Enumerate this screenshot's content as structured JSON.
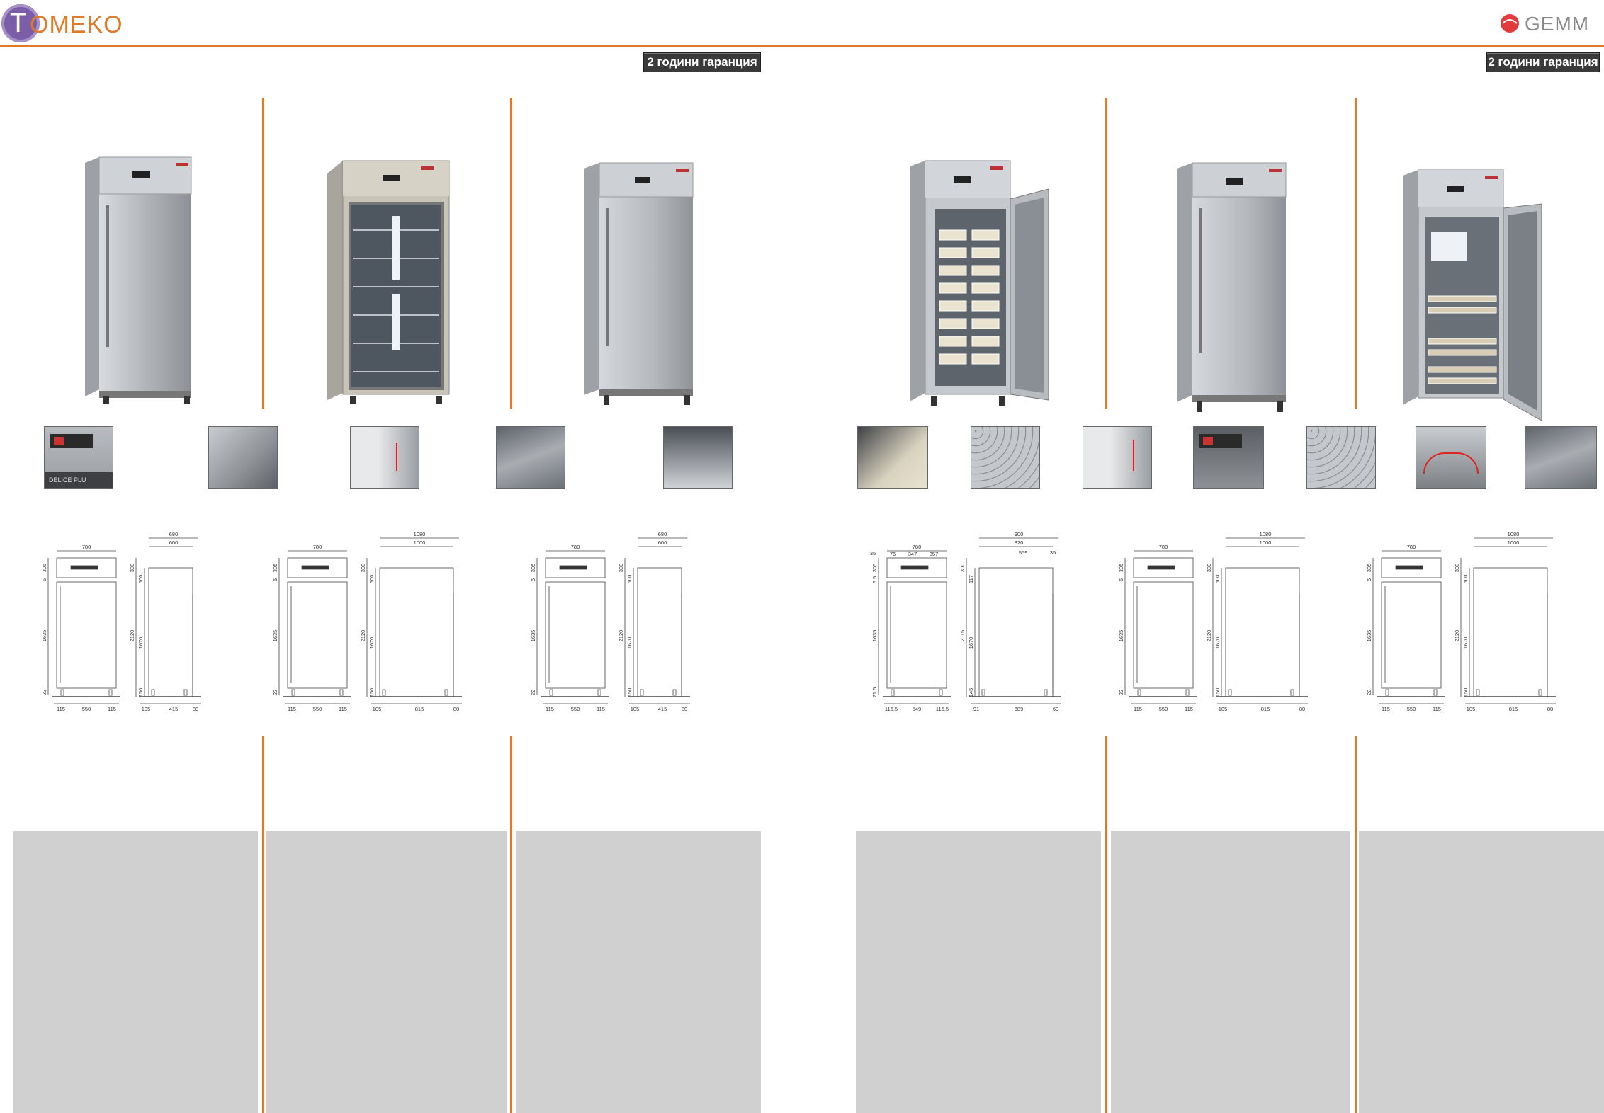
{
  "brand_left": {
    "logo_letter": "T",
    "logo_text": "OMEKO",
    "accent": "#e07a2a",
    "circle_color": "#7b5ea7"
  },
  "brand_right": {
    "logo_text": "GEMM",
    "accent": "#e23b3b"
  },
  "badges": [
    "2 години гаранция",
    "2 години гаранция"
  ],
  "thumb_labels": {
    "delice": "DELICE PLU"
  },
  "drawings": [
    {
      "front": {
        "w": "780",
        "top": "305",
        "h": "1635",
        "foot": "22",
        "gap": "6",
        "b1": "115",
        "b2": "550",
        "b3": "115"
      },
      "side": {
        "d1": "680",
        "d2": "600",
        "top": "300",
        "open": "500",
        "h": "2120",
        "inner": "1670",
        "foot": "150",
        "b1": "105",
        "b2": "415",
        "b3": "80"
      }
    },
    {
      "front": {
        "w": "780",
        "top": "305",
        "h": "1635",
        "foot": "22",
        "gap": "6",
        "b1": "115",
        "b2": "550",
        "b3": "115"
      },
      "side": {
        "d1": "1080",
        "d2": "1000",
        "top": "300",
        "open": "500",
        "h": "2120",
        "inner": "1670",
        "foot": "150",
        "b1": "105",
        "b2": "815",
        "b3": "80"
      }
    },
    {
      "front": {
        "w": "780",
        "top": "305",
        "h": "1635",
        "foot": "22",
        "gap": "6",
        "b1": "115",
        "b2": "550",
        "b3": "115"
      },
      "side": {
        "d1": "680",
        "d2": "600",
        "top": "300",
        "open": "500",
        "h": "2120",
        "inner": "1670",
        "foot": "150",
        "b1": "105",
        "b2": "415",
        "b3": "80"
      }
    },
    {
      "front": {
        "w": "780",
        "top": "305",
        "h": "1635",
        "foot": "21.5",
        "gap": "6.5",
        "b1": "115.5",
        "b2": "549",
        "b3": "115.5",
        "t1": "76",
        "t2": "347",
        "t3": "357",
        "t0": "35"
      },
      "side": {
        "d1": "900",
        "d2": "820",
        "top": "300",
        "open": "117",
        "h": "2115",
        "inner": "1670",
        "foot": "145",
        "b1": "91",
        "b2": "689",
        "b3": "60",
        "s1": "559",
        "s2": "35"
      }
    },
    {
      "front": {
        "w": "780",
        "top": "305",
        "h": "1635",
        "foot": "22",
        "gap": "6",
        "b1": "115",
        "b2": "550",
        "b3": "115"
      },
      "side": {
        "d1": "1080",
        "d2": "1000",
        "top": "300",
        "open": "500",
        "h": "2120",
        "inner": "1670",
        "foot": "150",
        "b1": "105",
        "b2": "815",
        "b3": "80"
      }
    },
    {
      "front": {
        "w": "780",
        "top": "305",
        "h": "1635",
        "foot": "22",
        "gap": "6",
        "b1": "115",
        "b2": "550",
        "b3": "115"
      },
      "side": {
        "d1": "1080",
        "d2": "1000",
        "top": "300",
        "open": "500",
        "h": "2120",
        "inner": "1670",
        "foot": "150",
        "b1": "105",
        "b2": "815",
        "b3": "80"
      }
    }
  ]
}
